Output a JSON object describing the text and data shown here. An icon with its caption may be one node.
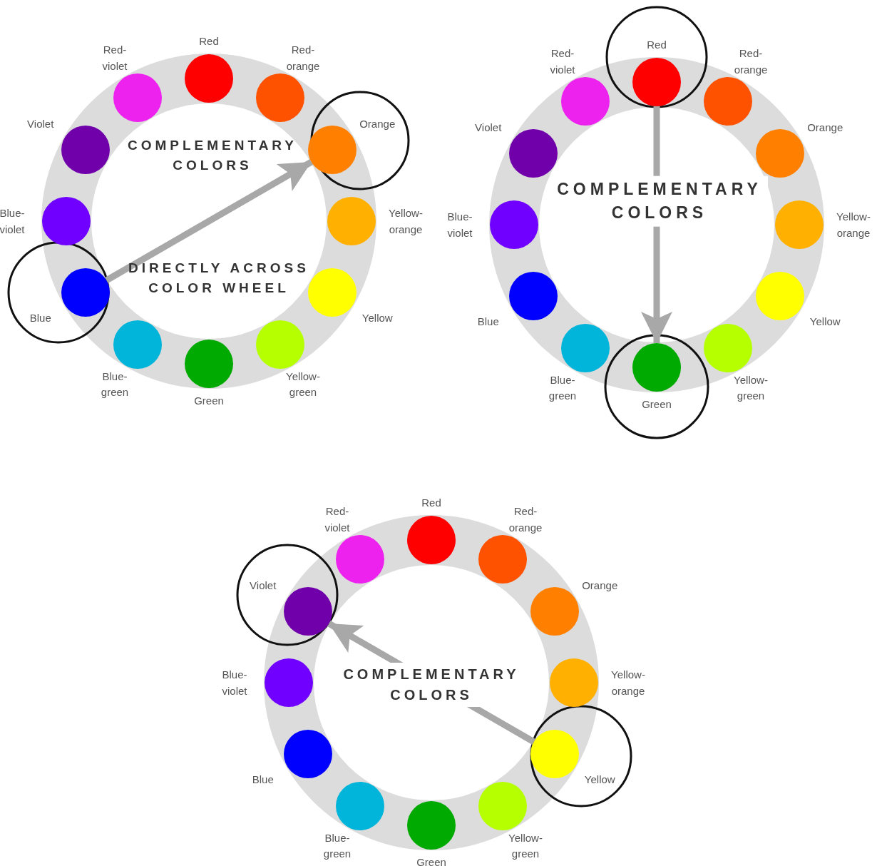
{
  "diagram": {
    "nodes": [
      {
        "text": [],
        "shape": "circle",
        "beside": [
          "Red"
        ]
      },
      {
        "text": [],
        "shape": "circle",
        "beside": [
          "Red-orange"
        ]
      },
      {
        "text": [],
        "shape": "circle",
        "beside": [
          "Orange"
        ]
      },
      {
        "text": [],
        "shape": "circle",
        "beside": [
          "Yellow-orange"
        ]
      },
      {
        "text": [],
        "shape": "circle",
        "beside": [
          "Yellow"
        ]
      },
      {
        "text": [],
        "shape": "circle",
        "beside": [
          "Yellow-green"
        ]
      },
      {
        "text": [],
        "shape": "circle",
        "beside": [
          "Green"
        ]
      },
      {
        "text": [],
        "shape": "circle",
        "beside": [
          "Blue-green"
        ]
      },
      {
        "text": [],
        "shape": "circle",
        "beside": [
          "Blue"
        ]
      },
      {
        "text": [],
        "shape": "circle",
        "beside": [
          "Blue-violet"
        ]
      },
      {
        "text": [],
        "shape": "circle",
        "beside": [
          "Violet"
        ]
      },
      {
        "text": [],
        "shape": "circle",
        "beside": [
          "Red-violet"
        ]
      },
      {
        "text": [],
        "shape": "circle",
        "beside": [
          "Red"
        ]
      },
      {
        "text": [],
        "shape": "circle",
        "beside": [
          "Red-orange"
        ]
      },
      {
        "text": [],
        "shape": "circle",
        "beside": [
          "Orange"
        ]
      },
      {
        "text": [],
        "shape": "circle",
        "beside": [
          "Yellow-orange"
        ]
      },
      {
        "text": [],
        "shape": "circle",
        "beside": [
          "Yellow"
        ]
      },
      {
        "text": [],
        "shape": "circle",
        "beside": [
          "Yellow-green"
        ]
      },
      {
        "text": [],
        "shape": "circle",
        "beside": [
          "Green"
        ]
      },
      {
        "text": [],
        "shape": "circle",
        "beside": [
          "Blue-green"
        ]
      },
      {
        "text": [],
        "shape": "circle",
        "beside": [
          "Blue"
        ]
      },
      {
        "text": [],
        "shape": "circle",
        "beside": [
          "Blue-violet"
        ]
      },
      {
        "text": [],
        "shape": "circle",
        "beside": [
          "Violet"
        ]
      },
      {
        "text": [],
        "shape": "circle",
        "beside": [
          "Red-violet"
        ]
      },
      {
        "text": [],
        "shape": "circle",
        "beside": [
          "Red"
        ]
      },
      {
        "text": [],
        "shape": "circle",
        "beside": [
          "Red-orange"
        ]
      },
      {
        "text": [],
        "shape": "circle",
        "beside": [
          "Orange"
        ]
      },
      {
        "text": [],
        "shape": "circle",
        "beside": [
          "Yellow-orange"
        ]
      },
      {
        "text": [],
        "shape": "circle",
        "beside": [
          "Yellow"
        ]
      },
      {
        "text": [],
        "shape": "circle",
        "beside": [
          "Yellow-green"
        ]
      },
      {
        "text": [],
        "shape": "circle",
        "beside": [
          "Green"
        ]
      },
      {
        "text": [],
        "shape": "circle",
        "beside": [
          "Blue-green"
        ]
      },
      {
        "text": [],
        "shape": "circle",
        "beside": [
          "Blue"
        ]
      },
      {
        "text": [],
        "shape": "circle",
        "beside": [
          "Blue-violet"
        ]
      },
      {
        "text": [],
        "shape": "circle",
        "beside": [
          "Violet"
        ]
      },
      {
        "text": [],
        "shape": "circle",
        "beside": [
          "Red-violet"
        ]
      }
    ],
    "edges": [
      {
        "from": 8,
        "to": 2,
        "arrow": "to"
      },
      {
        "from": 12,
        "to": 18,
        "arrow": "to"
      },
      {
        "from": 28,
        "to": 34,
        "arrow": "to"
      }
    ],
    "labels": [
      "COMPLEMENTARY COLORS",
      "DIRECTLY ACROSS COLOR WHEEL",
      "COMPLEMENTARY COLORS",
      "COMPLEMENTARY COLORS"
    ]
  }
}
